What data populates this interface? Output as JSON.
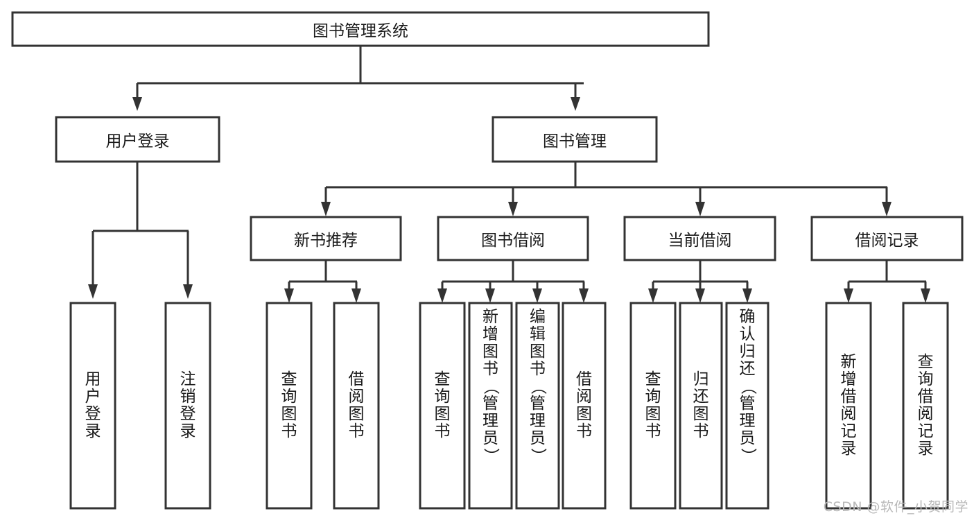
{
  "diagram": {
    "title": "图书管理系统",
    "watermark": "CSDN @软件_小贺同学",
    "style": {
      "box_fill": "#ffffff",
      "box_stroke": "#333333",
      "text_color": "#1a1a1a",
      "watermark_color": "#b9b9b9",
      "background": "#ffffff"
    },
    "nodes": {
      "root": {
        "label": "图书管理系统",
        "orientation": "horizontal"
      },
      "level2": [
        {
          "id": "user-login",
          "label": "用户登录",
          "orientation": "horizontal"
        },
        {
          "id": "book-management",
          "label": "图书管理",
          "orientation": "horizontal"
        }
      ],
      "level3": [
        {
          "id": "new-book-recommend",
          "label": "新书推荐",
          "orientation": "horizontal"
        },
        {
          "id": "book-borrow",
          "label": "图书借阅",
          "orientation": "horizontal"
        },
        {
          "id": "current-borrow",
          "label": "当前借阅",
          "orientation": "horizontal"
        },
        {
          "id": "borrow-record",
          "label": "借阅记录",
          "orientation": "horizontal"
        }
      ],
      "leaves": [
        {
          "id": "leaf-user-login",
          "parent": "user-login",
          "label": "用户登录",
          "orientation": "vertical"
        },
        {
          "id": "leaf-logout",
          "parent": "user-login",
          "label": "注销登录",
          "orientation": "vertical"
        },
        {
          "id": "leaf-query-books-1",
          "parent": "new-book-recommend",
          "label": "查询图书",
          "orientation": "vertical"
        },
        {
          "id": "leaf-borrow-books-1",
          "parent": "new-book-recommend",
          "label": "借阅图书",
          "orientation": "vertical"
        },
        {
          "id": "leaf-query-books-2",
          "parent": "book-borrow",
          "label": "查询图书",
          "orientation": "vertical"
        },
        {
          "id": "leaf-add-book",
          "parent": "book-borrow",
          "label": "新增图书（管理员）",
          "orientation": "vertical"
        },
        {
          "id": "leaf-edit-book",
          "parent": "book-borrow",
          "label": "编辑图书（管理员）",
          "orientation": "vertical"
        },
        {
          "id": "leaf-borrow-books-2",
          "parent": "book-borrow",
          "label": "借阅图书",
          "orientation": "vertical"
        },
        {
          "id": "leaf-query-books-3",
          "parent": "current-borrow",
          "label": "查询图书",
          "orientation": "vertical"
        },
        {
          "id": "leaf-return-book",
          "parent": "current-borrow",
          "label": "归还图书",
          "orientation": "vertical"
        },
        {
          "id": "leaf-confirm-return",
          "parent": "current-borrow",
          "label": "确认归还（管理员）",
          "orientation": "vertical"
        },
        {
          "id": "leaf-add-record",
          "parent": "borrow-record",
          "label": "新增借阅记录",
          "orientation": "vertical"
        },
        {
          "id": "leaf-query-record",
          "parent": "borrow-record",
          "label": "查询借阅记录",
          "orientation": "vertical"
        }
      ]
    }
  }
}
